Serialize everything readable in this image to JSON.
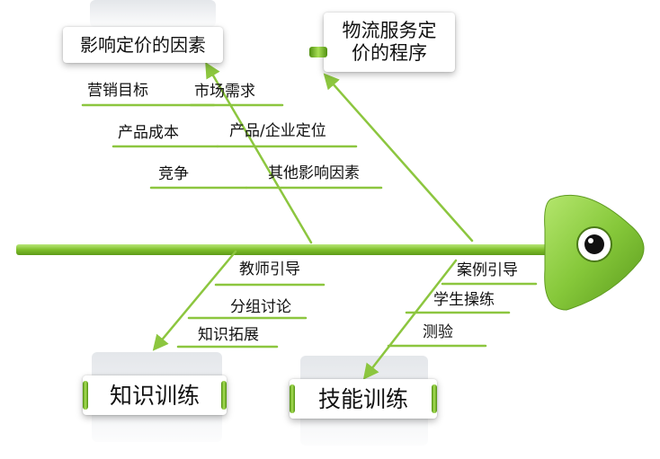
{
  "diagram": {
    "type": "fishbone",
    "line_color": "#8cc63f",
    "spine_color": "#7fbf2a",
    "head_color": "#8ccf3c",
    "categories": {
      "pricing_factors": "影响定价的因素",
      "pricing_procedure": "物流服务定价的程序",
      "knowledge_training": "知识训练",
      "skill_training": "技能训练"
    },
    "factors": {
      "marketing_goal": "营销目标",
      "market_demand": "市场需求",
      "product_cost": "产品成本",
      "product_positioning": "产品/企业定位",
      "competition": "竞争",
      "other_factors": "其他影响因素",
      "teacher_guidance": "教师引导",
      "group_discussion": "分组讨论",
      "knowledge_expansion": "知识拓展",
      "case_guidance": "案例引导",
      "student_practice": "学生操练",
      "test": "测验"
    }
  }
}
